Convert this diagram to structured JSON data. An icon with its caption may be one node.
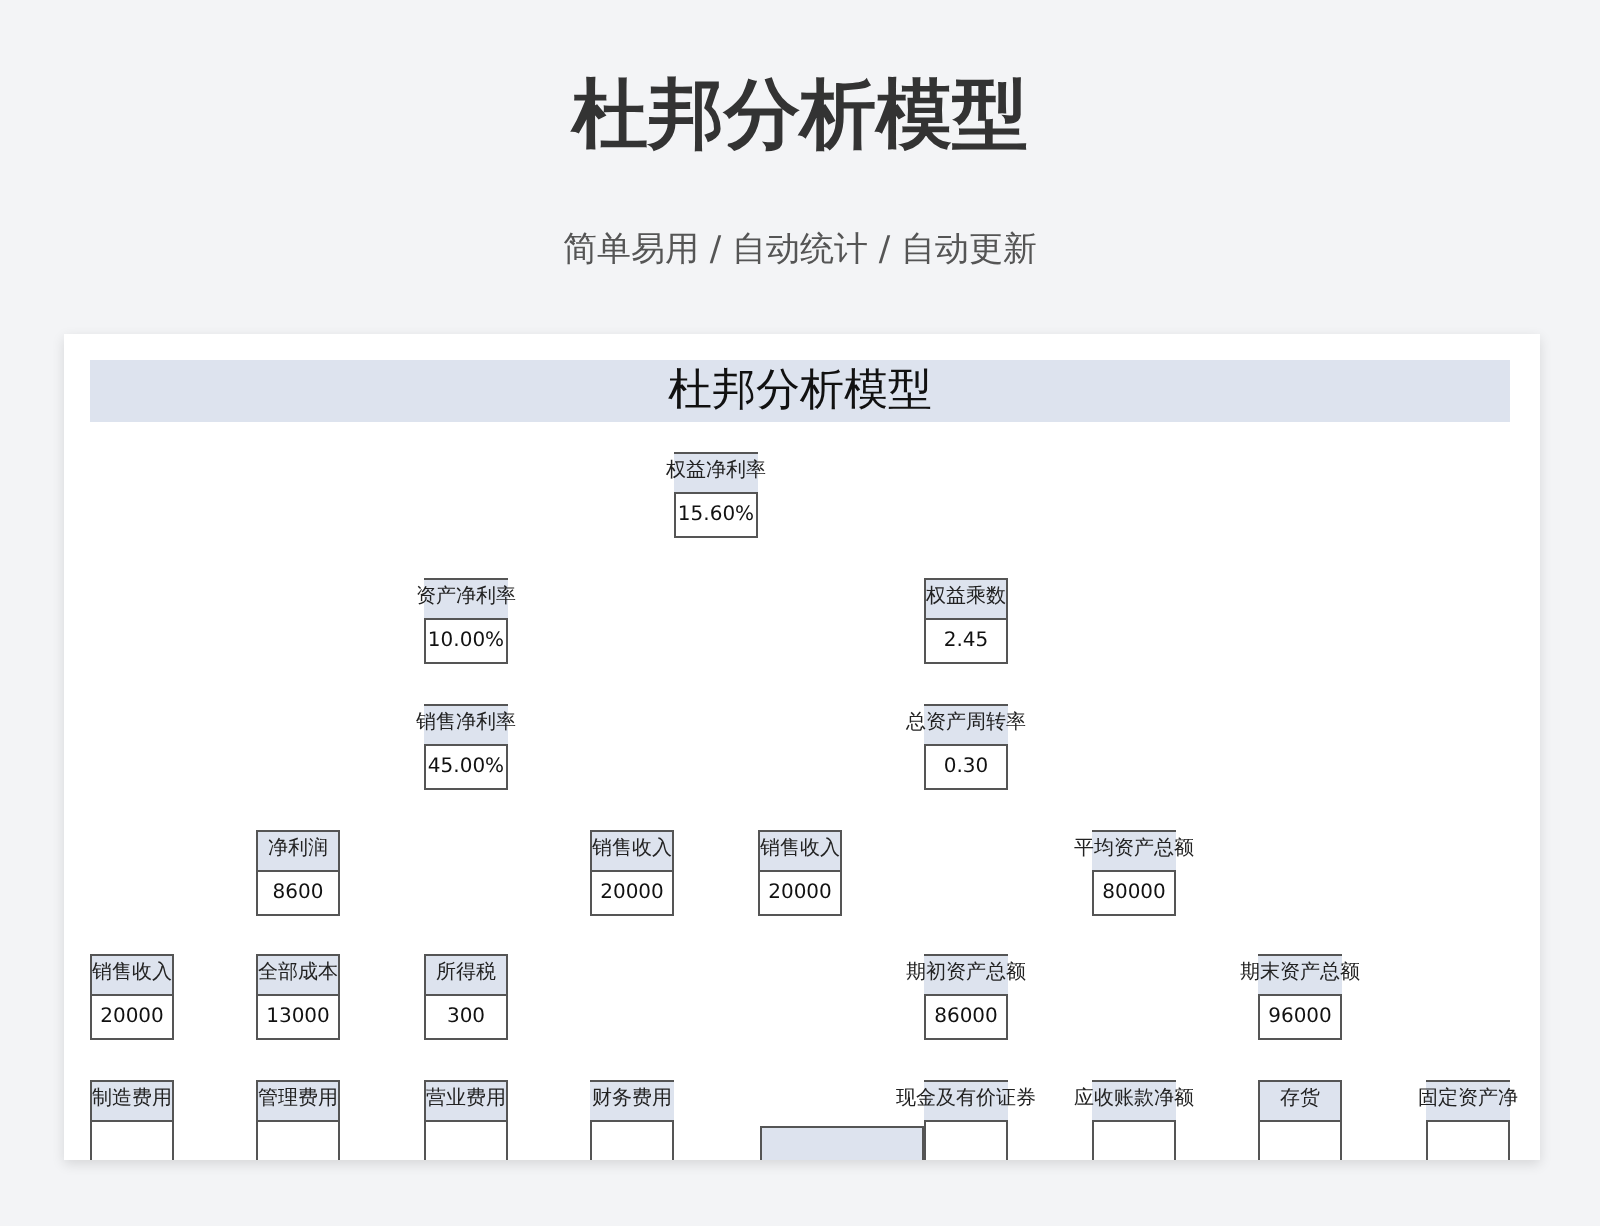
{
  "diagram": {
    "title": "杜邦分析模型",
    "nodes": [
      {
        "text": [
          "权益净利率",
          "15.60%"
        ]
      },
      {
        "text": [
          "资产净利率",
          "10.00%"
        ]
      },
      {
        "text": [
          "权益乘数",
          "2.45"
        ]
      },
      {
        "text": [
          "销售净利率",
          "45.00%"
        ]
      },
      {
        "text": [
          "总资产周转率",
          "0.30"
        ]
      },
      {
        "text": [
          "净利润",
          "8600"
        ]
      },
      {
        "text": [
          "销售收入",
          "20000"
        ]
      },
      {
        "text": [
          "销售收入",
          "20000"
        ]
      },
      {
        "text": [
          "平均资产总额",
          "80000"
        ]
      },
      {
        "text": [
          "销售收入",
          "20000"
        ]
      },
      {
        "text": [
          "全部成本",
          "13000"
        ]
      },
      {
        "text": [
          "所得税",
          "300"
        ]
      },
      {
        "text": [
          "期初资产总额",
          "86000"
        ]
      },
      {
        "text": [
          "期末资产总额",
          "96000"
        ]
      },
      {
        "text": [
          "制造费用"
        ]
      },
      {
        "text": [
          "管理费用"
        ]
      },
      {
        "text": [
          "营业费用"
        ]
      },
      {
        "text": [
          "财务费用"
        ]
      },
      {
        "text": [],
        "shape": "box"
      },
      {
        "text": [
          "现金及有价证券"
        ]
      },
      {
        "text": [
          "应收账款净额"
        ]
      },
      {
        "text": [
          "存货"
        ]
      },
      {
        "text": [
          "固定资产净"
        ]
      }
    ],
    "labels": [
      "简单易用 / 自动统计 / 自动更新",
      "杜邦分析模型"
    ]
  }
}
